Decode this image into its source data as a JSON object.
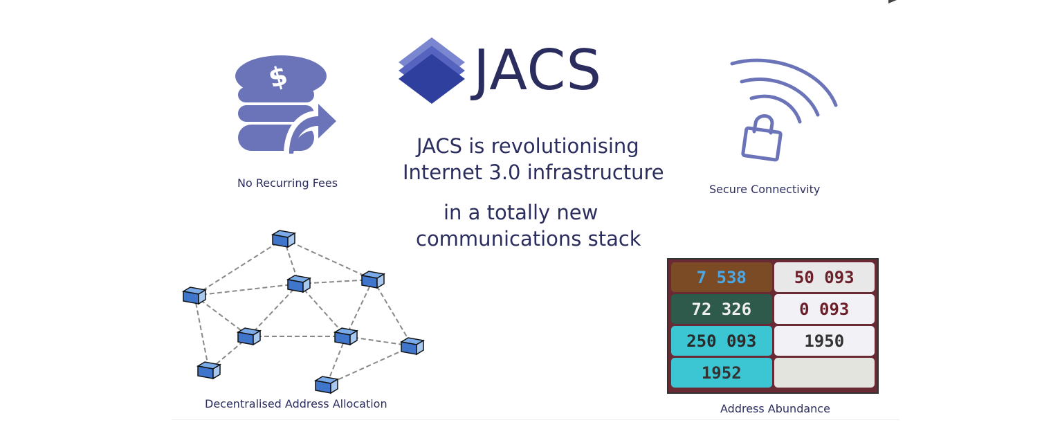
{
  "logo": {
    "text": "JACS"
  },
  "headline": {
    "line1": "JACS is revolutionising",
    "line2": "Internet 3.0 infrastructure",
    "line3": "in a totally new",
    "line4": "communications stack"
  },
  "features": {
    "fees": "No Recurring Fees",
    "secure": "Secure Connectivity",
    "decentralised": "Decentralised Address Allocation",
    "abundance": "Address Abundance"
  },
  "photo": {
    "plates": [
      "7 538",
      "50 093",
      "72 326",
      "0 093",
      "250 093",
      "1950",
      "1952"
    ]
  },
  "colors": {
    "icon": "#6b74b8",
    "text": "#2b2d5e",
    "node": "#4a7fd0",
    "logo": "#3c4aa8"
  }
}
